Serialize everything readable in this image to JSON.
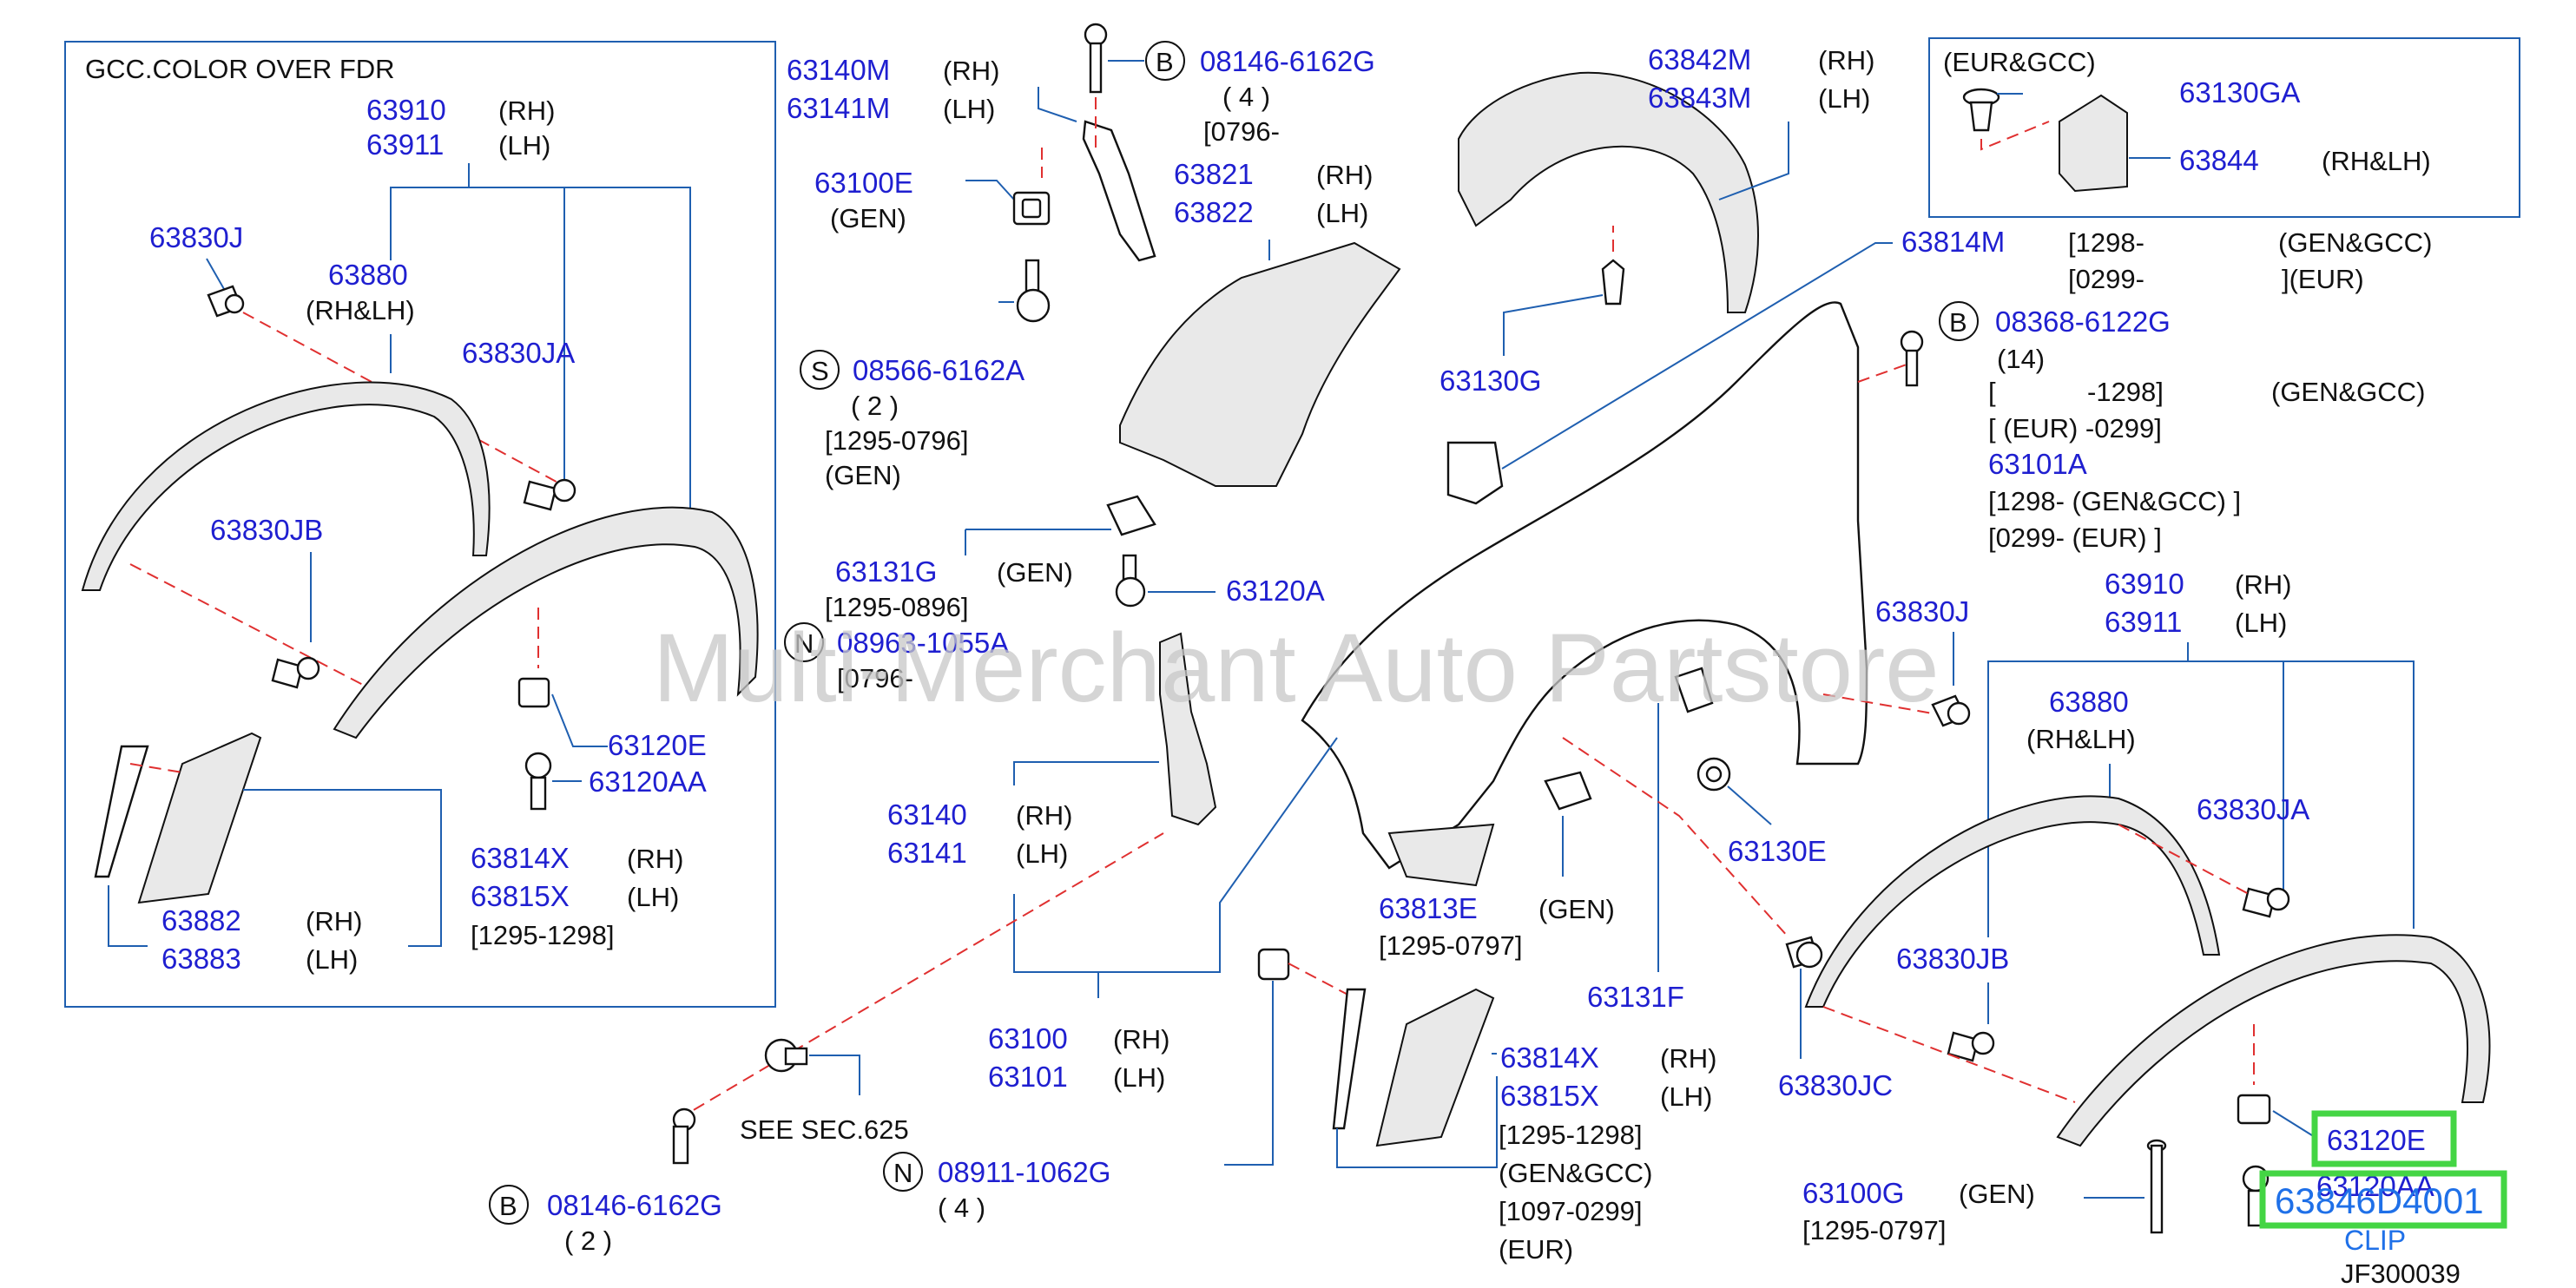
{
  "watermark": "Multi-Merchant Auto Partstore",
  "diagram_code": "JF300039",
  "highlight": {
    "primary": "63120E",
    "secondary": "63846D4001",
    "secondary_sub": "CLIP"
  },
  "inset_gcc": {
    "title": "GCC.COLOR   OVER   FDR",
    "p63910": "63910",
    "rh1": "(RH)",
    "p63911": "63911",
    "lh1": "(LH)",
    "p63830J": "63830J",
    "p63880": "63880",
    "rhlh": "(RH&LH)",
    "p63830JA": "63830JA",
    "p63830JB": "63830JB",
    "p63120E": "63120E",
    "p63120AA": "63120AA",
    "p63814X": "63814X",
    "rh2": "(RH)",
    "p63815X": "63815X",
    "lh2": "(LH)",
    "range": "[1295-1298]",
    "p63882": "63882",
    "rh3": "(RH)",
    "p63883": "63883",
    "lh3": "(LH)"
  },
  "inset_eur": {
    "title": "(EUR&GCC)",
    "p63130GA": "63130GA",
    "p63844": "63844",
    "rhlh": "(RH&LH)"
  },
  "center": {
    "p63140M": "63140M",
    "rh_a": "(RH)",
    "p63141M": "63141M",
    "lh_a": "(LH)",
    "b_letter": "B",
    "p08146": "08146-6162G",
    "q4": "( 4 )",
    "r0796": "[0796-",
    "p63100E": "63100E",
    "gen1": "(GEN)",
    "p63821": "63821",
    "rh_b": "(RH)",
    "p63822": "63822",
    "lh_b": "(LH)",
    "s_letter": "S",
    "p08566": "08566-6162A",
    "q2": "( 2 )",
    "r1295": "[1295-0796]",
    "gen2": "(GEN)",
    "p63131G": "63131G",
    "gen3": "(GEN)",
    "r1295b": "[1295-0896]",
    "p63120A": "63120A",
    "n_letter": "N",
    "p08963": "08963-1055A",
    "r0796b": "[0796-",
    "p63140": "63140",
    "rh_c": "(RH)",
    "p63141": "63141",
    "lh_c": "(LH)",
    "p63100": "63100",
    "rh_d": "(RH)",
    "p63101": "63101",
    "lh_d": "(LH)",
    "see": "SEE   SEC.625",
    "b2_letter": "B",
    "p08146b": "08146-6162G",
    "q2b": "( 2 )",
    "n2_letter": "N",
    "p08911": "08911-1062G",
    "q4b": "( 4 )",
    "p63842M": "63842M",
    "rh_e": "(RH)",
    "p63843M": "63843M",
    "lh_e": "(LH)",
    "p63130G": "63130G",
    "p63814M": "63814M",
    "r1298": "[1298-",
    "gengcc": "(GEN&GCC)",
    "r0299": "[0299-",
    "eur": "](EUR)",
    "b3_letter": "B",
    "p08368": "08368-6122G",
    "q14": "(14)",
    "l1a": "[",
    "l1b": "-1298]",
    "l1c": "(GEN&GCC)",
    "l2": "[   (EUR)   -0299]",
    "p63101A": "63101A",
    "l3": "[1298-   (GEN&GCC)   ]",
    "l4": "[0299-   (EUR)   ]",
    "p63830J": "63830J",
    "p63130E": "63130E",
    "p63813E": "63813E",
    "gen4": "(GEN)",
    "r1295c": "[1295-0797]",
    "p63131F": "63131F",
    "p63814X": "63814X",
    "rh_f": "(RH)",
    "p63815X": "63815X",
    "lh_f": "(LH)",
    "r1295d": "[1295-1298]",
    "gengcc2": "(GEN&GCC)",
    "r1097": "[1097-0299]",
    "eur2": "(EUR)",
    "p63830JC": "63830JC",
    "p63100G": "63100G",
    "gen5": "(GEN)",
    "r1295e": "[1295-0797]"
  },
  "right": {
    "p63910": "63910",
    "rh": "(RH)",
    "p63911": "63911",
    "lh": "(LH)",
    "p63880": "63880",
    "rhlh": "(RH&LH)",
    "p63830JA": "63830JA",
    "p63830JB": "63830JB",
    "p63120AA": "63120AA"
  }
}
